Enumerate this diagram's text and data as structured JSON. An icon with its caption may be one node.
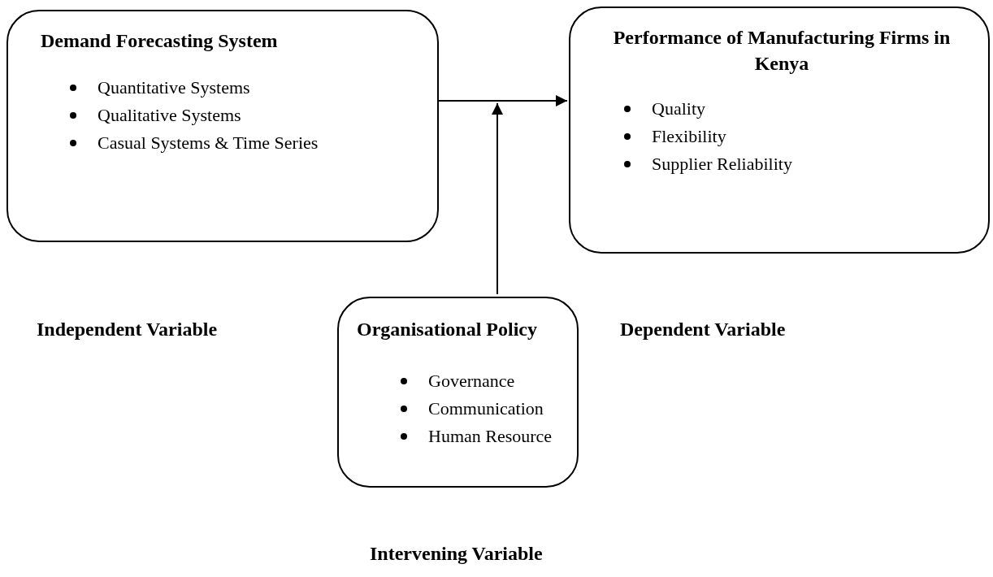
{
  "diagram": {
    "nodes": [
      {
        "text": [
          "Demand Forecasting System",
          "Quantitative Systems",
          "Qualitative Systems",
          "Casual Systems & Time Series"
        ]
      },
      {
        "text": [
          "Performance of Manufacturing Firms in Kenya",
          "Quality",
          "Flexibility",
          "Supplier Reliability"
        ]
      },
      {
        "text": [
          "Organisational Policy",
          "Governance",
          "Communication",
          "Human Resource"
        ]
      }
    ],
    "edges": [
      {
        "from": 0,
        "to": 1,
        "arrow": "to"
      },
      {
        "from": 2,
        "to": null,
        "arrow": "to"
      }
    ],
    "labels": [
      "Independent Variable",
      "Dependent Variable",
      "Intervening Variable"
    ]
  }
}
